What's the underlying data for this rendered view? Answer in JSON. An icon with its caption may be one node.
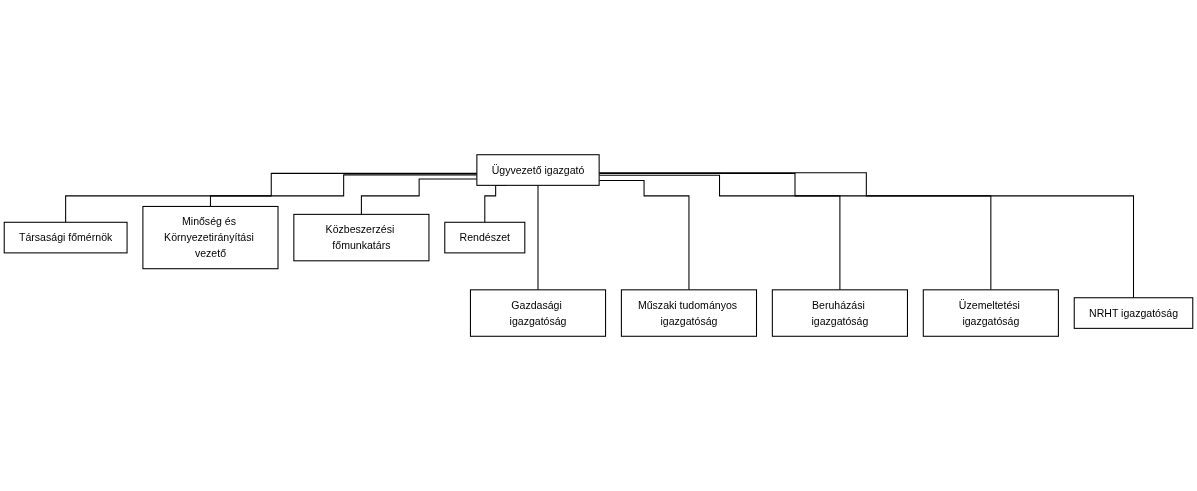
{
  "diagram": {
    "nodes": [
      {
        "text": [
          "Ügyvezető igazgató"
        ]
      },
      {
        "text": [
          "Társasági főmérnök"
        ]
      },
      {
        "text": [
          "Minőség és Környezetirányítási vezető"
        ]
      },
      {
        "text": [
          "Közbeszerzési főmunkatárs"
        ]
      },
      {
        "text": [
          "Rendészet"
        ]
      },
      {
        "text": [
          "Gazdasági igazgatóság"
        ]
      },
      {
        "text": [
          "Műszaki tudományos igazgatóság"
        ]
      },
      {
        "text": [
          "Beruházási igazgatóság"
        ]
      },
      {
        "text": [
          "Üzemeltetési igazgatóság"
        ]
      },
      {
        "text": [
          "NRHT igazgatóság"
        ]
      }
    ],
    "edges": [
      {
        "from": 0,
        "to": 1,
        "arrow": "none"
      },
      {
        "from": 0,
        "to": 2,
        "arrow": "none"
      },
      {
        "from": 0,
        "to": 3,
        "arrow": "none"
      },
      {
        "from": 0,
        "to": 4,
        "arrow": "none"
      },
      {
        "from": 0,
        "to": 5,
        "arrow": "none"
      },
      {
        "from": 0,
        "to": 6,
        "arrow": "none"
      },
      {
        "from": 0,
        "to": 7,
        "arrow": "none"
      },
      {
        "from": 0,
        "to": 8,
        "arrow": "none"
      },
      {
        "from": 0,
        "to": 9,
        "arrow": "none"
      }
    ]
  }
}
